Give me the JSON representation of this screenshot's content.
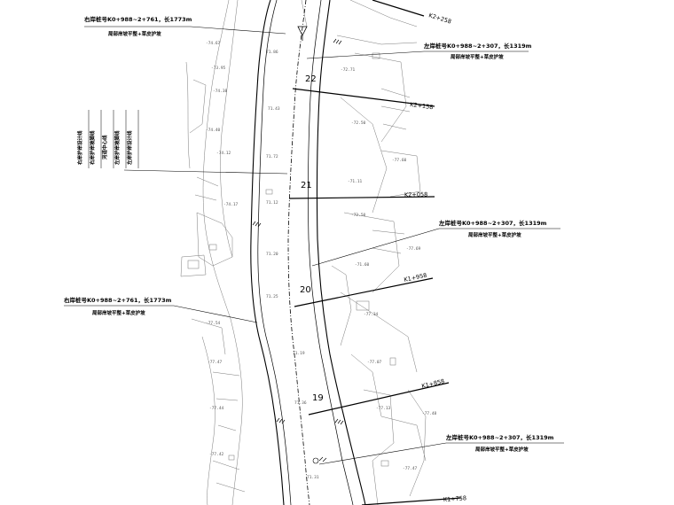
{
  "callouts": {
    "right_bank_top": {
      "line1": "右岸桩号K0+988~2+761，长1773m",
      "line2": "局部岸坡平整+草皮护坡"
    },
    "left_bank_top": {
      "line1": "左岸桩号K0+988~2+307，长1319m",
      "line2": "局部岸坡平整+草皮护坡"
    },
    "left_bank_mid": {
      "line1": "左岸桩号K0+988~2+307，长1319m",
      "line2": "局部岸坡平整+草皮护坡"
    },
    "right_bank_mid": {
      "line1": "右岸桩号K0+988~2+761，长1773m",
      "line2": "局部岸坡平整+草皮护坡"
    },
    "left_bank_bottom": {
      "line1": "左岸桩号K0+988~2+307，长1319m",
      "line2": "局部岸坡平整+草皮护坡"
    }
  },
  "legend_columns": [
    "右岸护岸设计线",
    "右岸护岸坡脚线",
    "河道中心线",
    "左岸护岸坡脚线",
    "左岸护岸设计线"
  ],
  "chainages": [
    {
      "label": "K2+258"
    },
    {
      "label": "K2+158"
    },
    {
      "label": "K2+058"
    },
    {
      "label": "K1+958"
    },
    {
      "label": "K1+858"
    },
    {
      "label": "K1+758"
    }
  ],
  "section_numbers": [
    "22",
    "21",
    "20",
    "19"
  ]
}
